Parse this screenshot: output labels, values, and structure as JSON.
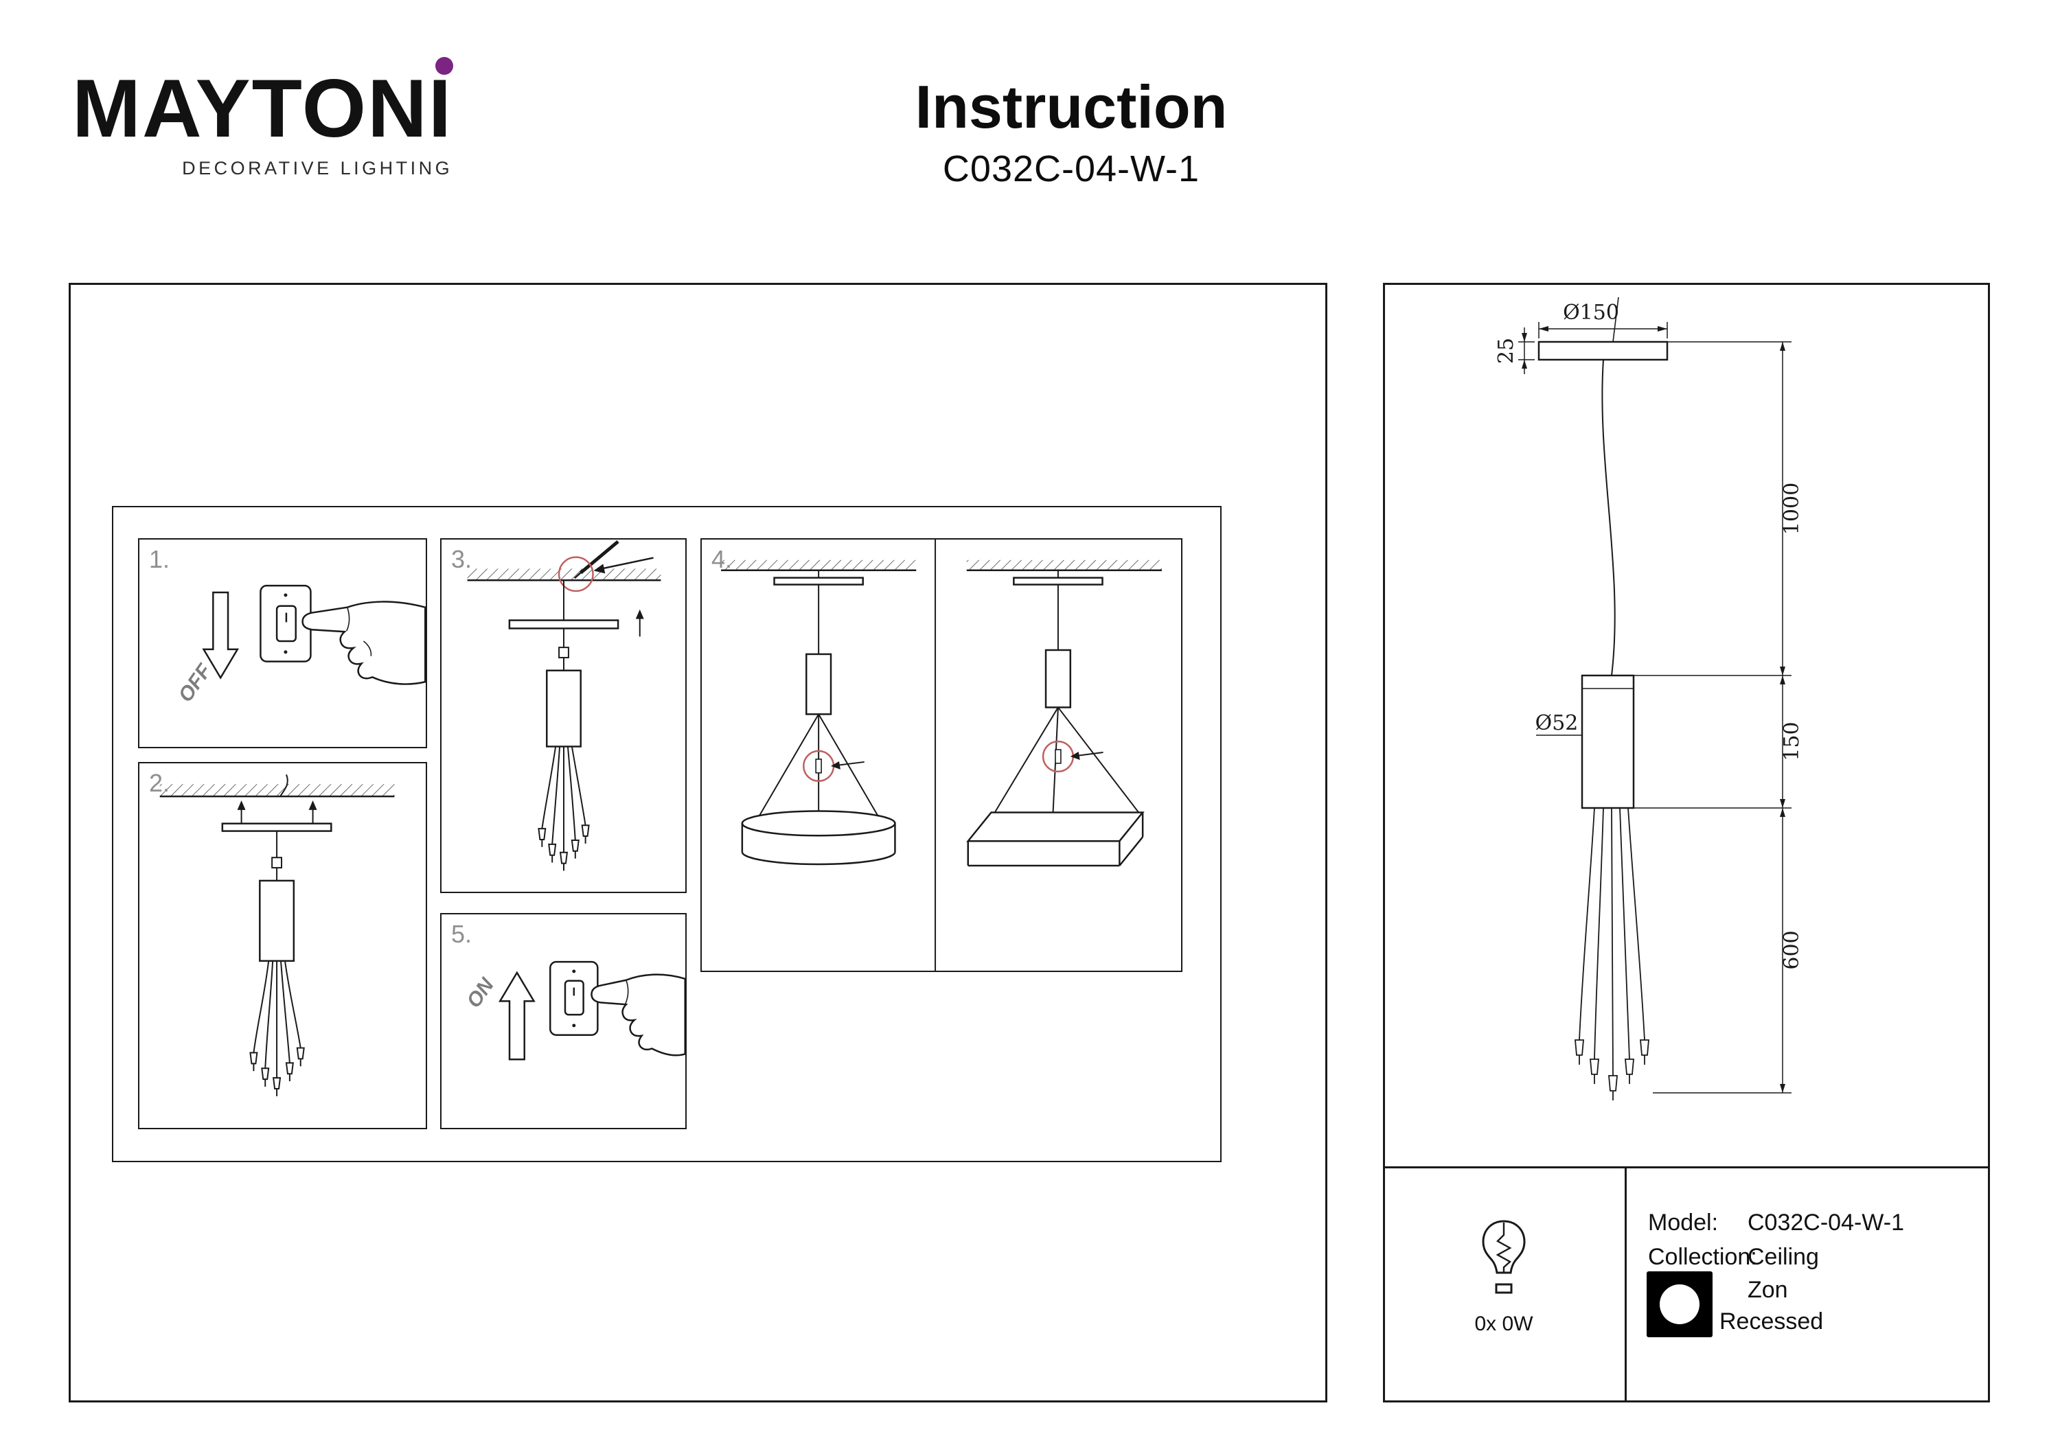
{
  "colors": {
    "accent": "#7b2482",
    "highlight": "#c06060",
    "line": "#1a1a1a",
    "step_number": "#8f8f8f"
  },
  "header": {
    "brand": "MAYTONI",
    "brand_sub": "DECORATIVE LIGHTING",
    "title": "Instruction",
    "model": "C032C-04-W-1"
  },
  "steps": {
    "s1": {
      "num": "1.",
      "switch_label": "OFF"
    },
    "s2": {
      "num": "2."
    },
    "s3": {
      "num": "3."
    },
    "s4": {
      "num": "4."
    },
    "s5": {
      "num": "5.",
      "switch_label": "ON"
    }
  },
  "dimensions": {
    "plate_diameter": "Ø150",
    "plate_height": "25",
    "cable_length": "1000",
    "body_diameter": "Ø52",
    "body_height": "150",
    "wire_length": "600"
  },
  "info": {
    "bulb_label": "0x 0W",
    "model_label": "Model:",
    "model_value": "C032C-04-W-1",
    "collection_label": "Collection:",
    "collection_value": "Ceiling",
    "collection_line2": "Zon",
    "collection_line3": "Recessed"
  }
}
